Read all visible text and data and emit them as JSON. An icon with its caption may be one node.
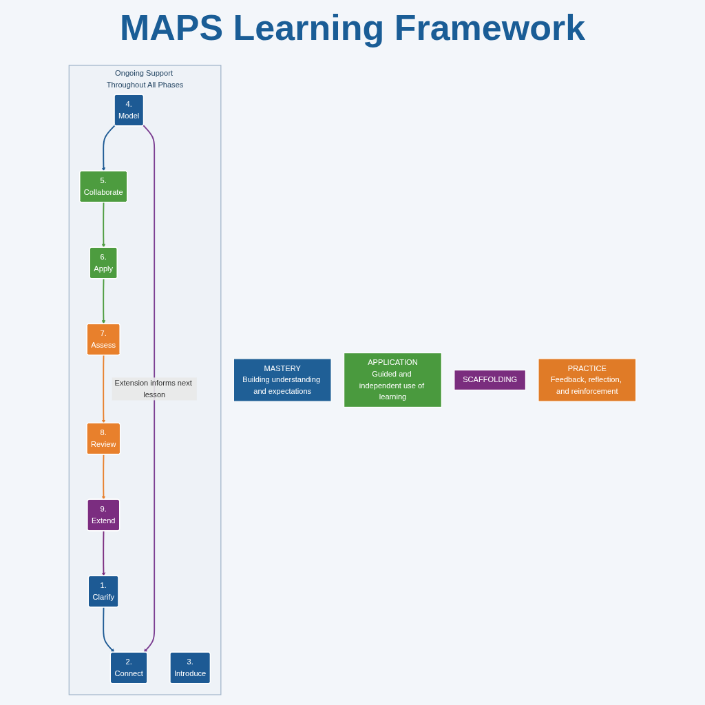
{
  "diagram": {
    "title": "MAPS Learning Framework",
    "nodes": [
      {
        "text": [
          "MASTERY",
          "Building understanding and expectations"
        ]
      },
      {
        "text": [
          "APPLICATION",
          "Guided and independent use of learning"
        ]
      },
      {
        "text": [
          "Ongoing Support Throughout All Phases"
        ]
      },
      {
        "text": [
          "1.",
          "Clarify"
        ],
        "in": 2
      },
      {
        "text": [
          "2.",
          "Connect"
        ],
        "in": 2
      },
      {
        "text": [
          "3.",
          "Introduce"
        ],
        "in": 2
      },
      {
        "text": [
          "4.",
          "Model"
        ],
        "in": 2
      },
      {
        "text": [
          "5.",
          "Collaborate"
        ],
        "in": 2
      },
      {
        "text": [
          "6.",
          "Apply"
        ],
        "in": 2
      },
      {
        "text": [
          "7.",
          "Assess"
        ],
        "in": 2
      },
      {
        "text": [
          "8.",
          "Review"
        ],
        "in": 2
      },
      {
        "text": [
          "9.",
          "Extend"
        ],
        "in": 2
      },
      {
        "text": [
          "SCAFFOLDING"
        ]
      },
      {
        "text": [
          "PRACTICE",
          "Feedback, reflection, and reinforcement"
        ]
      }
    ],
    "edges": [
      {
        "from": 3,
        "to": 4,
        "arrow": "to",
        "color": "#1d5a94"
      },
      {
        "from": 6,
        "to": 7,
        "arrow": "to",
        "color": "#1d5a94"
      },
      {
        "from": 7,
        "to": 8,
        "arrow": "to",
        "color": "#4d9c3f"
      },
      {
        "from": 8,
        "to": 9,
        "arrow": "to",
        "color": "#4d9c3f"
      },
      {
        "from": 9,
        "to": 10,
        "arrow": "to",
        "color": "#e8802c"
      },
      {
        "from": 10,
        "to": 11,
        "arrow": "to",
        "color": "#e8802c"
      },
      {
        "from": 11,
        "to": 3,
        "arrow": "to",
        "color": "#7b2d80"
      },
      {
        "from": 6,
        "to": 4,
        "arrow": "to",
        "label": "Extension informs next lesson",
        "color": "#7b3d91"
      }
    ]
  }
}
